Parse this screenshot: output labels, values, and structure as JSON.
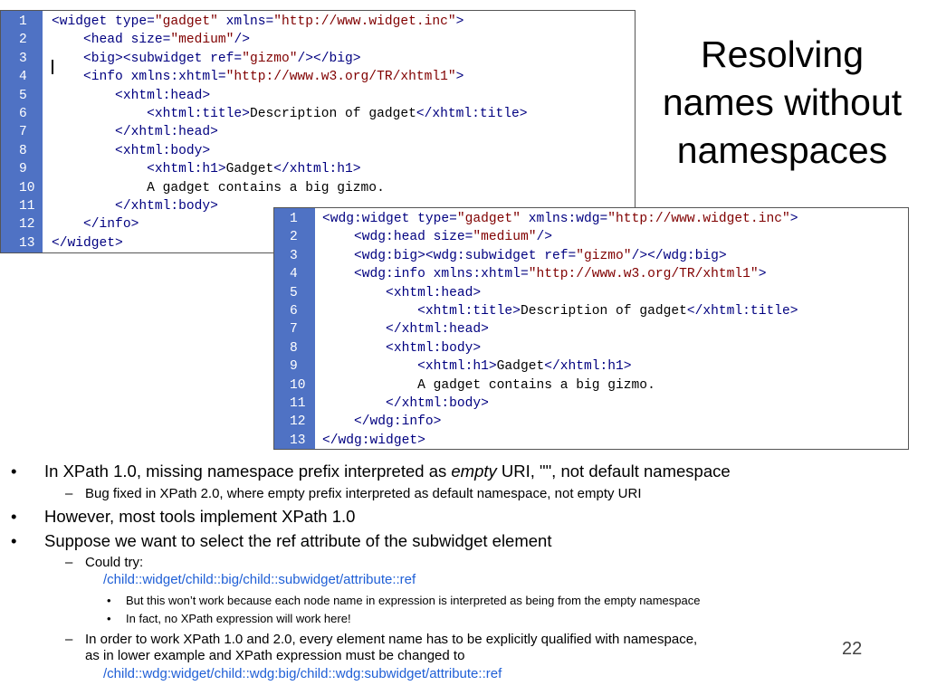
{
  "slide": {
    "title_lines": [
      "Resolving",
      "names without",
      "namespaces"
    ],
    "page_number": "22"
  },
  "code_top": [
    [
      {
        "t": "tag",
        "s": "<widget type="
      },
      {
        "t": "str",
        "s": "\"gadget\""
      },
      {
        "t": "tag",
        "s": " xmlns="
      },
      {
        "t": "str",
        "s": "\"http://www.widget.inc\""
      },
      {
        "t": "tag",
        "s": ">"
      }
    ],
    [
      {
        "t": "tag",
        "s": "    <head size="
      },
      {
        "t": "str",
        "s": "\"medium\""
      },
      {
        "t": "tag",
        "s": "/>"
      }
    ],
    [
      {
        "t": "tag",
        "s": "    <big><subwidget ref="
      },
      {
        "t": "str",
        "s": "\"gizmo\""
      },
      {
        "t": "tag",
        "s": "/></big>"
      }
    ],
    [
      {
        "t": "tag",
        "s": "    <info xmlns:xhtml="
      },
      {
        "t": "str",
        "s": "\"http://www.w3.org/TR/xhtml1\""
      },
      {
        "t": "tag",
        "s": ">"
      }
    ],
    [
      {
        "t": "tag",
        "s": "        <xhtml:head>"
      }
    ],
    [
      {
        "t": "tag",
        "s": "            <xhtml:title>"
      },
      {
        "t": "txt",
        "s": "Description of gadget"
      },
      {
        "t": "tag",
        "s": "</xhtml:title>"
      }
    ],
    [
      {
        "t": "tag",
        "s": "        </xhtml:head>"
      }
    ],
    [
      {
        "t": "tag",
        "s": "        <xhtml:body>"
      }
    ],
    [
      {
        "t": "tag",
        "s": "            <xhtml:h1>"
      },
      {
        "t": "txt",
        "s": "Gadget"
      },
      {
        "t": "tag",
        "s": "</xhtml:h1>"
      }
    ],
    [
      {
        "t": "txt",
        "s": "            A gadget contains a big gizmo."
      }
    ],
    [
      {
        "t": "tag",
        "s": "        </xhtml:body>"
      }
    ],
    [
      {
        "t": "tag",
        "s": "    </info>"
      }
    ],
    [
      {
        "t": "tag",
        "s": "</widget>"
      }
    ]
  ],
  "code_bottom": [
    [
      {
        "t": "tag",
        "s": "<wdg:widget type="
      },
      {
        "t": "str",
        "s": "\"gadget\""
      },
      {
        "t": "tag",
        "s": " xmlns:wdg="
      },
      {
        "t": "str",
        "s": "\"http://www.widget.inc\""
      },
      {
        "t": "tag",
        "s": ">"
      }
    ],
    [
      {
        "t": "tag",
        "s": "    <wdg:head size="
      },
      {
        "t": "str",
        "s": "\"medium\""
      },
      {
        "t": "tag",
        "s": "/>"
      }
    ],
    [
      {
        "t": "tag",
        "s": "    <wdg:big><wdg:subwidget ref="
      },
      {
        "t": "str",
        "s": "\"gizmo\""
      },
      {
        "t": "tag",
        "s": "/></wdg:big>"
      }
    ],
    [
      {
        "t": "tag",
        "s": "    <wdg:info xmlns:xhtml="
      },
      {
        "t": "str",
        "s": "\"http://www.w3.org/TR/xhtml1\""
      },
      {
        "t": "tag",
        "s": ">"
      }
    ],
    [
      {
        "t": "tag",
        "s": "        <xhtml:head>"
      }
    ],
    [
      {
        "t": "tag",
        "s": "            <xhtml:title>"
      },
      {
        "t": "txt",
        "s": "Description of gadget"
      },
      {
        "t": "tag",
        "s": "</xhtml:title>"
      }
    ],
    [
      {
        "t": "tag",
        "s": "        </xhtml:head>"
      }
    ],
    [
      {
        "t": "tag",
        "s": "        <xhtml:body>"
      }
    ],
    [
      {
        "t": "tag",
        "s": "            <xhtml:h1>"
      },
      {
        "t": "txt",
        "s": "Gadget"
      },
      {
        "t": "tag",
        "s": "</xhtml:h1>"
      }
    ],
    [
      {
        "t": "txt",
        "s": "            A gadget contains a big gizmo."
      }
    ],
    [
      {
        "t": "tag",
        "s": "        </xhtml:body>"
      }
    ],
    [
      {
        "t": "tag",
        "s": "    </wdg:info>"
      }
    ],
    [
      {
        "t": "tag",
        "s": "</wdg:widget>"
      }
    ]
  ],
  "bullets": {
    "b1_pre": "In XPath 1.0, missing namespace prefix interpreted as ",
    "b1_em": "empty",
    "b1_post": " URI, \"\", not default namespace",
    "b1_sub": "Bug fixed in XPath 2.0, where empty prefix interpreted as default namespace, not empty URI",
    "b2": "However, most tools implement XPath 1.0",
    "b3": "Suppose we want to select the ref attribute of the subwidget element",
    "b3_sub1": "Could try:",
    "b3_sub1_expr": "/child::widget/child::big/child::subwidget/attribute::ref",
    "b3_sub1_a": "But this won’t work because each node name in expression is interpreted as being from the empty namespace",
    "b3_sub1_b": "In fact, no XPath expression will work here!",
    "b3_sub2_l1": "In order to work XPath 1.0 and 2.0, every element name has to be explicitly qualified with namespace,",
    "b3_sub2_l2": "as in lower example and XPath expression must be changed to",
    "b3_sub2_expr": "/child::wdg:widget/child::wdg:big/child::wdg:subwidget/attribute::ref"
  },
  "colors": {
    "gutter": "#4f72c4",
    "tag": "#000080",
    "string": "#800000",
    "link": "#1f5fd6"
  }
}
